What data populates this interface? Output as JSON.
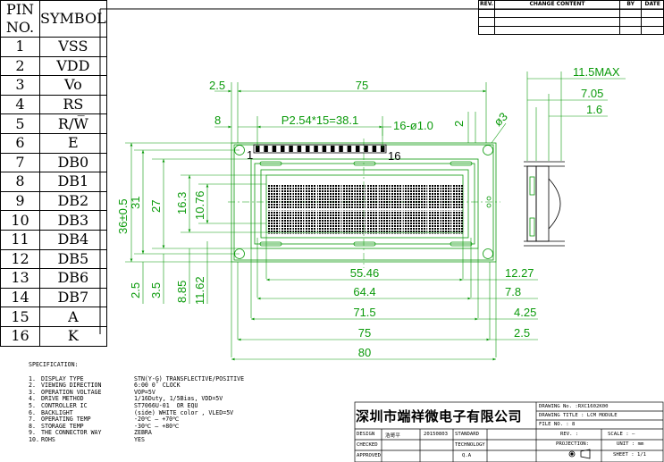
{
  "pin_table": {
    "header": {
      "pin": "PIN NO.",
      "symbol": "SYMBOL"
    },
    "rows": [
      {
        "pin": "1",
        "symbol": "VSS"
      },
      {
        "pin": "2",
        "symbol": "VDD"
      },
      {
        "pin": "3",
        "symbol": "Vo"
      },
      {
        "pin": "4",
        "symbol": "RS"
      },
      {
        "pin": "5",
        "symbol": "R/W̅"
      },
      {
        "pin": "6",
        "symbol": "E"
      },
      {
        "pin": "7",
        "symbol": "DB0"
      },
      {
        "pin": "8",
        "symbol": "DB1"
      },
      {
        "pin": "9",
        "symbol": "DB2"
      },
      {
        "pin": "10",
        "symbol": "DB3"
      },
      {
        "pin": "11",
        "symbol": "DB4"
      },
      {
        "pin": "12",
        "symbol": "DB5"
      },
      {
        "pin": "13",
        "symbol": "DB6"
      },
      {
        "pin": "14",
        "symbol": "DB7"
      },
      {
        "pin": "15",
        "symbol": "A"
      },
      {
        "pin": "16",
        "symbol": "K"
      }
    ]
  },
  "revision": {
    "rev": "REV.",
    "change": "CHANGE CONTENT",
    "by": "BY",
    "date": "DATE"
  },
  "dims": {
    "top_overall": "75",
    "top_left_offset": "2.5",
    "pitch": "P2.54*15=38.1",
    "pin_left_offset": "8",
    "holes": "16-ø1.0",
    "pin_right": "2",
    "corner_hole": "ø3",
    "pin1": "1",
    "pin16": "16",
    "v_36": "36±0.5",
    "v_31": "31",
    "v_27": "27",
    "v_163": "16.3",
    "v_1076": "10.76",
    "b_25": "2.5",
    "b_35": "3.5",
    "b_885": "8.85",
    "b_1162": "11.62",
    "h_5546": "55.46",
    "h_644": "64.4",
    "h_715": "71.5",
    "h_75": "75",
    "h_80": "80",
    "r_1227": "12.27",
    "r_78": "7.8",
    "r_425": "4.25",
    "r_25": "2.5",
    "side_max": "11.5MAX",
    "side_705": "7.05",
    "side_16": "1.6"
  },
  "spec": {
    "header": "SPECIFICATION:",
    "items": [
      {
        "no": "1.",
        "label": "DISPLAY TYPE",
        "value": "STN(Y-G) TRANSFLECTIVE/POSITIVE"
      },
      {
        "no": "2.",
        "label": "VIEWING DIRECTION",
        "value": "6:00 0˚ CLOCK"
      },
      {
        "no": "3.",
        "label": "OPERATION VOLTAGE",
        "value": "VOP=5V"
      },
      {
        "no": "4.",
        "label": "DRIVE METHOD",
        "value": "1/16Duty, 1/5Bias, VDD=5V"
      },
      {
        "no": "5.",
        "label": "CONTROLLER IC",
        "value": "ST7066U-01  OR EQU"
      },
      {
        "no": "6.",
        "label": "BACKLIGHT",
        "value": "(side) WHITE color , VLED=5V"
      },
      {
        "no": "7.",
        "label": "OPERATING TEMP",
        "value": "-20℃ — +70℃"
      },
      {
        "no": "8.",
        "label": "STORAGE TEMP",
        "value": "-30℃ — +80℃"
      },
      {
        "no": "9.",
        "label": "THE CONNECTOR WAY",
        "value": "ZEBRA"
      },
      {
        "no": "10.",
        "label": "ROHS",
        "value": "YES"
      }
    ]
  },
  "title_block": {
    "company": "深圳市端祥微电子有限公司",
    "drawing_no": "DRAWING No. :RXC1602K00",
    "drawing_title": "DRAWING TITLE : LCM MODULE",
    "file_no": "FILE NO. : 8",
    "design_label": "DESIGN",
    "design_name": "浩哥平",
    "design_date": "20150803",
    "standard": "STANDARD",
    "checked": "CHECKED",
    "technology": "TECHNOLOGY",
    "approved": "APPROVED",
    "qa": "Q.A",
    "rev": "REV. :",
    "scale": "SCALE : —",
    "projection": "PROJECTION:",
    "unit": "UNIT : mm",
    "sheet": "SHEET : 1/1"
  }
}
